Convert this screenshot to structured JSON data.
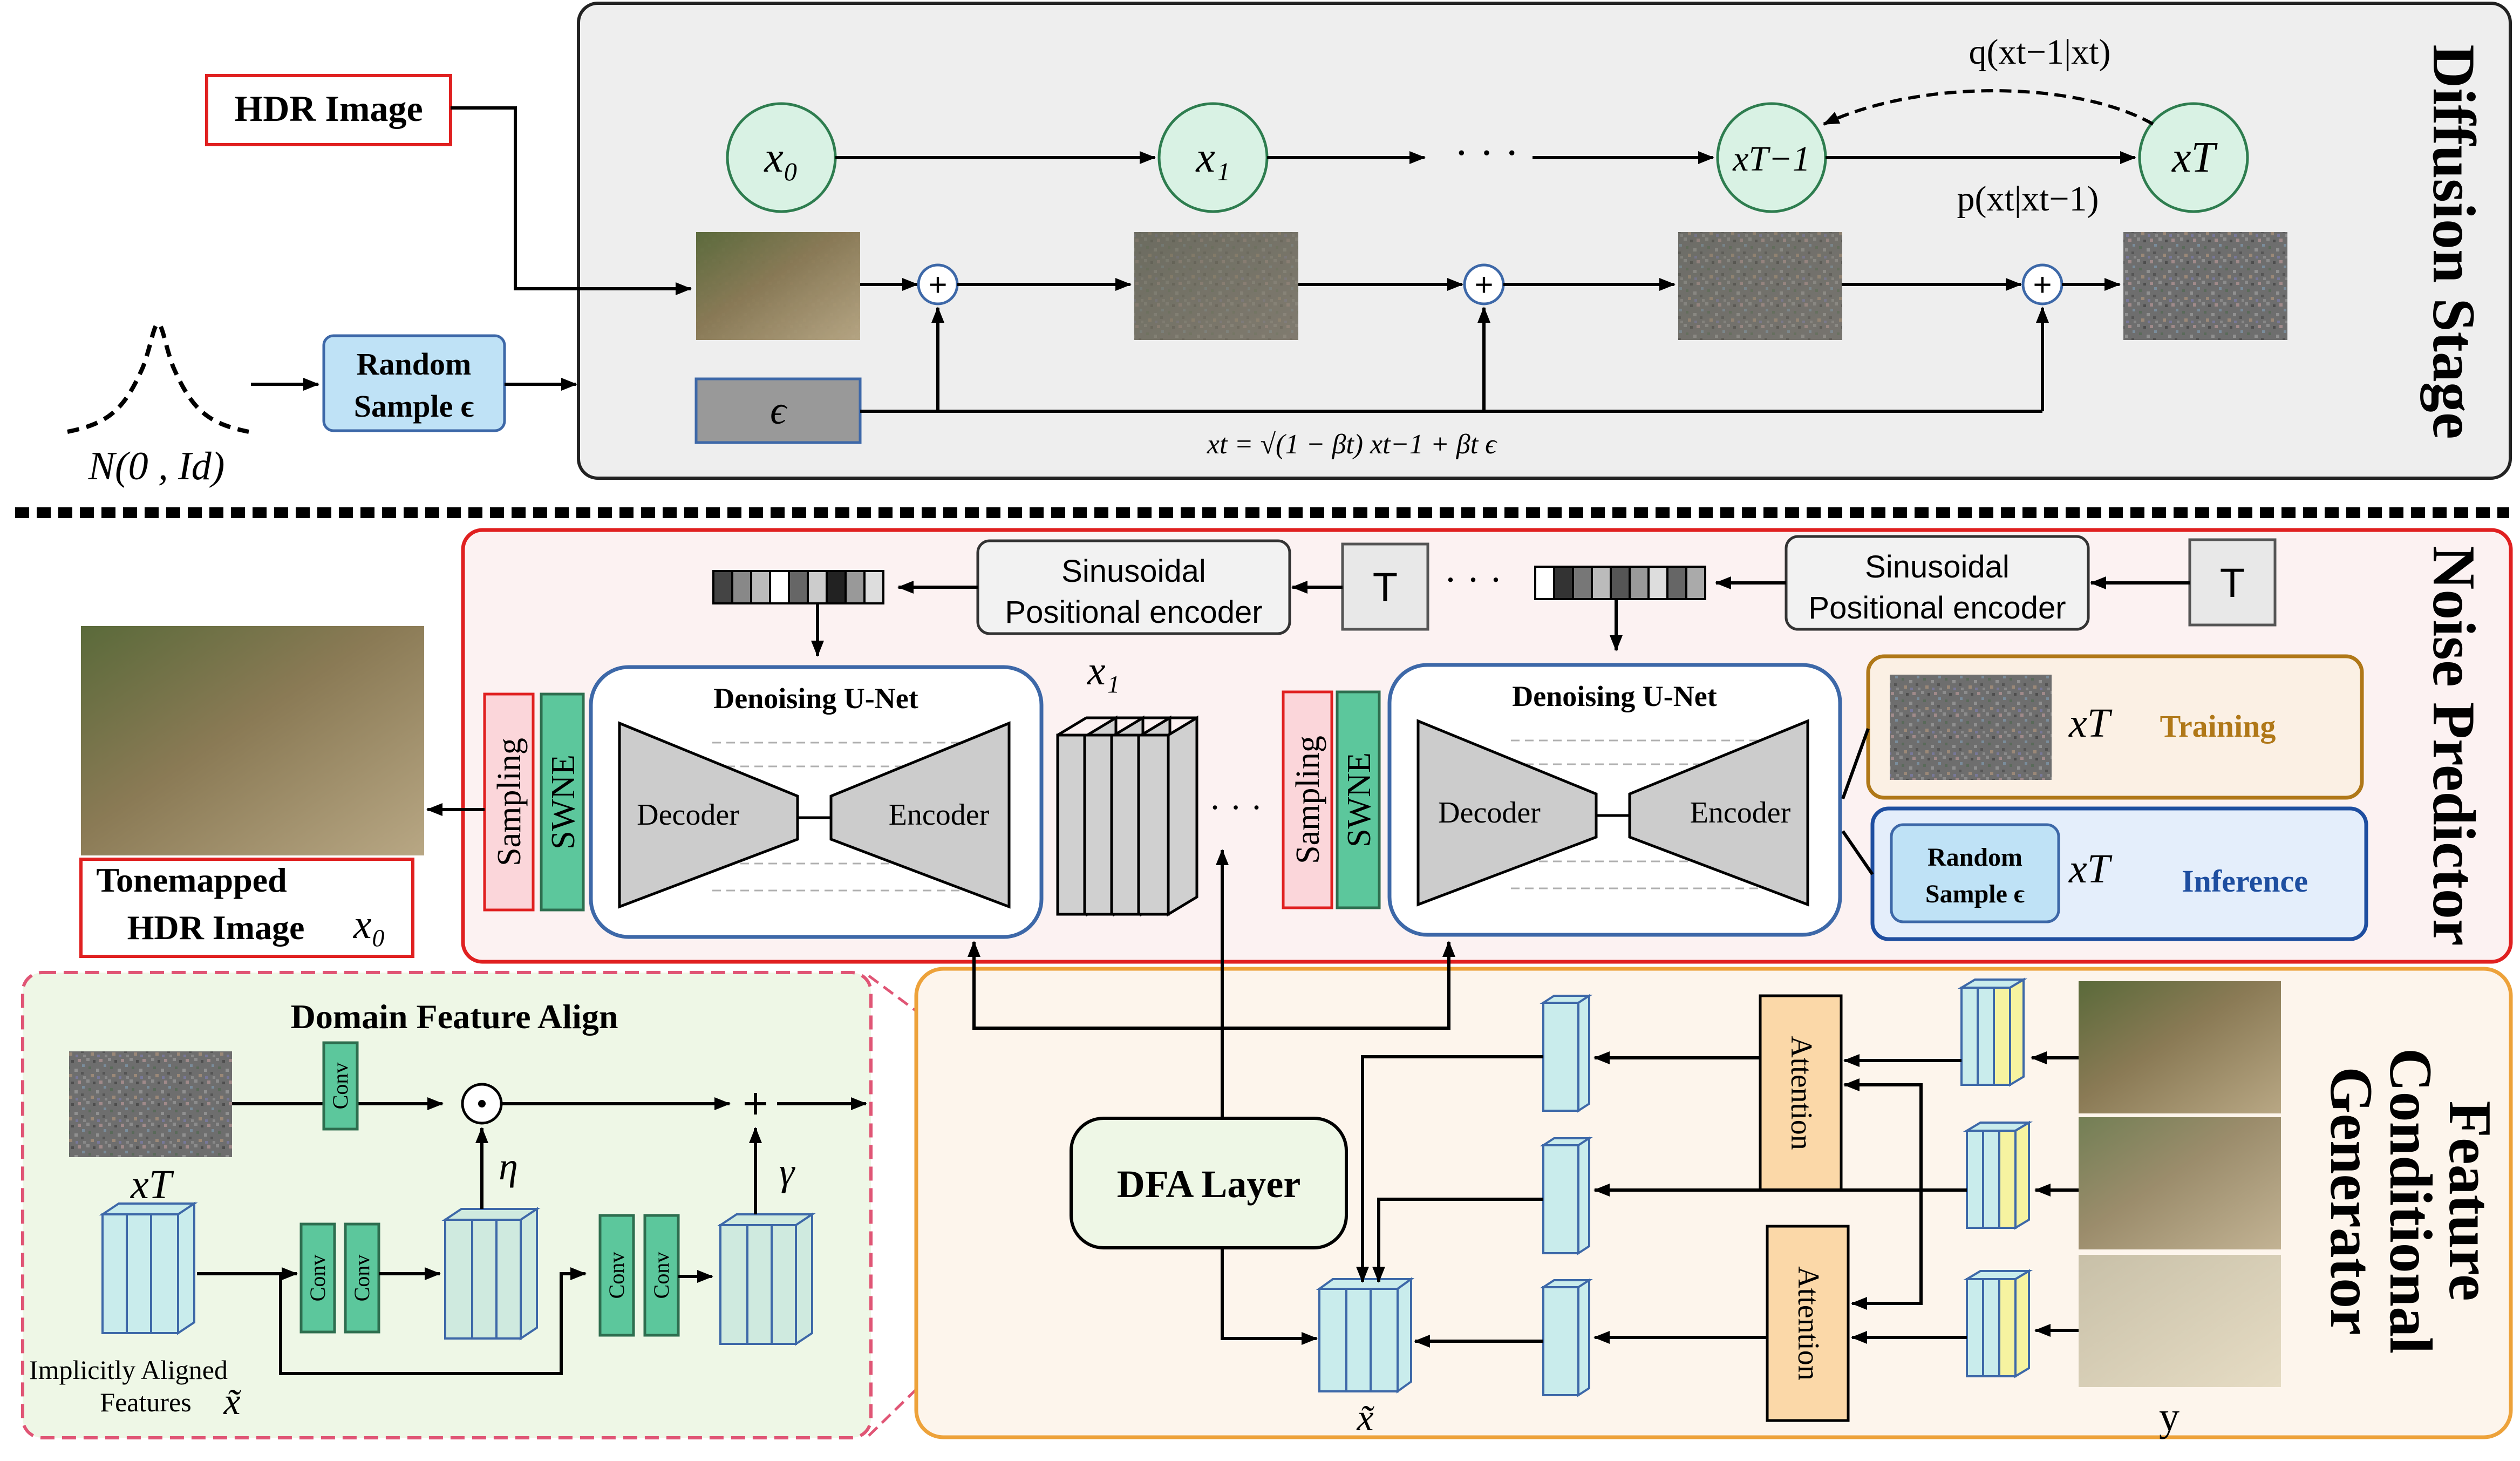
{
  "diffusion": {
    "title": "Diffusion Stage",
    "hdr_input": "HDR Image",
    "random_sample_line1": "Random",
    "random_sample_line2": "Sample ϵ",
    "gaussian_label": "N(0 , Id)",
    "epsilon": "ϵ",
    "node_x0": "x₀",
    "node_x1": "x₁",
    "node_xT1": "xT−1",
    "node_xT": "xT",
    "ellipsis": "· · ·",
    "q_label": "q(xt−1|xt)",
    "p_label": "p(xt|xt−1)",
    "formula": "xt = √(1 − βt) xt−1 + βt ϵ"
  },
  "noise_predictor": {
    "title": "Noise Predictor",
    "sinusoidal_line1": "Sinusoidal",
    "sinusoidal_line2": "Positional encoder",
    "t_label": "T",
    "dots": "· · ·",
    "unet_title": "Denoising U-Net",
    "decoder": "Decoder",
    "encoder": "Encoder",
    "sampling": "Sampling",
    "swne": "SWNE",
    "x1": "x₁",
    "xT": "xT",
    "training": "Training",
    "inference": "Inference",
    "random_sample_line1": "Random",
    "random_sample_line2": "Sample ϵ",
    "output_line1": "Tonemapped",
    "output_line2": "HDR Image",
    "x0": "x₀",
    "stack_dots": "· · ·"
  },
  "dfa": {
    "title": "Domain Feature Align",
    "conv": "Conv",
    "xT": "xT",
    "eta": "η",
    "gamma": "γ",
    "odot": "⊙",
    "plus": "+",
    "implicit_line1": "Implicitly Aligned",
    "implicit_line2": "Features",
    "x_tilde": "x̃"
  },
  "feature_generator": {
    "title_line1": "Feature",
    "title_line2": "Conditional",
    "title_line3": "Generator",
    "dfa_layer": "DFA Layer",
    "attention": "Attention",
    "x_tilde": "x̃",
    "y_label": "y"
  },
  "colors": {
    "diffusion_bg": "#eeeeee",
    "node_fill": "#d9f2e4",
    "node_stroke": "#2e7d4f",
    "noise_panel_stroke": "#e02020",
    "noise_panel_bg": "#fcf2f2",
    "unet_stroke": "#3d68a8",
    "training_stroke": "#b07818",
    "training_text": "#b07818",
    "inference_stroke": "#1e4ea0",
    "inference_text": "#1e4ea0",
    "dfa_stroke": "#e05575",
    "dfa_bg": "#eef7e6",
    "gen_stroke": "#eda23a",
    "gen_bg": "#fdf5ec",
    "conv_fill": "#5cc79c",
    "attention_fill": "#fbd8a8",
    "random_fill": "#bfe2f6",
    "cube_fill": "#c9ecec"
  }
}
